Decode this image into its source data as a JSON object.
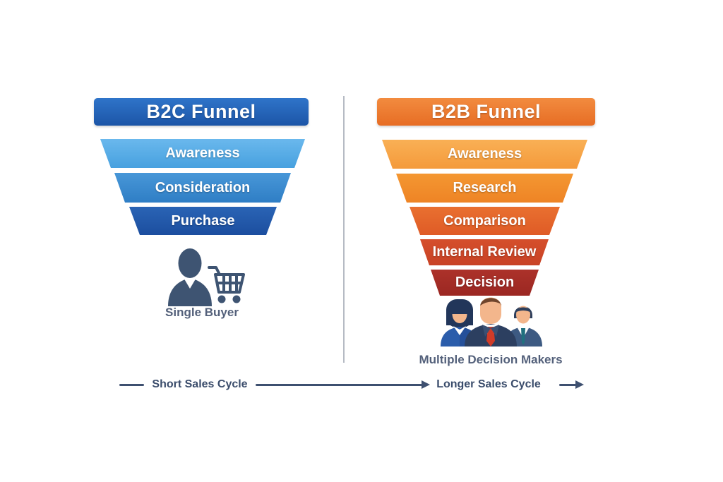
{
  "b2c": {
    "title": "B2C Funnel",
    "header_gradient": {
      "top": "#2f74c9",
      "bottom": "#1c55a7"
    },
    "stages": [
      {
        "label": "Awareness",
        "gradient": {
          "top": "#6ab8ed",
          "bottom": "#47a1df"
        }
      },
      {
        "label": "Consideration",
        "gradient": {
          "top": "#4897d8",
          "bottom": "#2f7ec5"
        }
      },
      {
        "label": "Purchase",
        "gradient": {
          "top": "#2a64b5",
          "bottom": "#1c4e9f"
        }
      }
    ],
    "buyer_label": "Single Buyer",
    "cycle_label": "Short Sales Cycle",
    "icon": "person-with-shopping-cart"
  },
  "b2b": {
    "title": "B2B Funnel",
    "header_gradient": {
      "top": "#f28b3f",
      "bottom": "#e76d24"
    },
    "stages": [
      {
        "label": "Awareness",
        "gradient": {
          "top": "#f9b055",
          "bottom": "#f49a3b"
        }
      },
      {
        "label": "Research",
        "gradient": {
          "top": "#f49732",
          "bottom": "#ee8425"
        }
      },
      {
        "label": "Comparison",
        "gradient": {
          "top": "#e97030",
          "bottom": "#df5b26"
        }
      },
      {
        "label": "Internal Review",
        "gradient": {
          "top": "#d54f2c",
          "bottom": "#c84225"
        }
      },
      {
        "label": "Decision",
        "gradient": {
          "top": "#ac322a",
          "bottom": "#9b2722"
        }
      }
    ],
    "buyer_label": "Multiple Decision Makers",
    "cycle_label": "Longer Sales Cycle",
    "icon": "three-business-people"
  },
  "colors": {
    "background": "#ffffff",
    "divider": "#b6bbc4",
    "arrow_and_cycle_text": "#3e5070",
    "buyer_label_text": "#53607a",
    "stage_text": "#ffffff",
    "person_icon": "#3e5472"
  }
}
